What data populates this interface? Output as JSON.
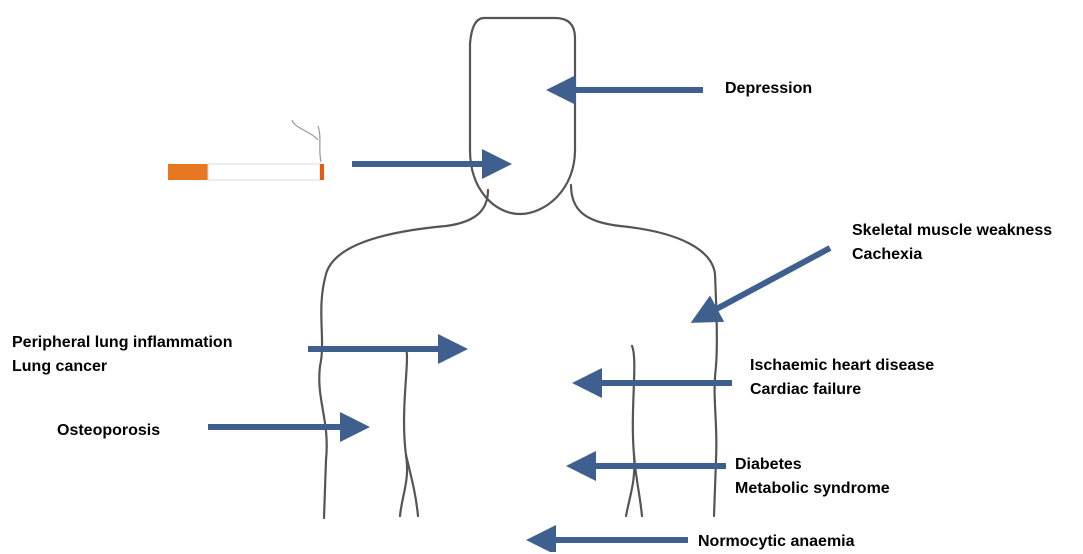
{
  "colors": {
    "arrow": "#3F5F8F",
    "outline": "#555555",
    "cigarette_filter": "#E87722",
    "cigarette_ember": "#E85A10",
    "smoke": "#999999"
  },
  "icons": {
    "body": "human-body-outline",
    "cigarette": "lit-cigarette-icon"
  },
  "labels": {
    "depression": "Depression",
    "skeletal_muscle_weakness": "Skeletal muscle weakness",
    "cachexia": "Cachexia",
    "peripheral_lung_inflammation": "Peripheral lung inflammation",
    "lung_cancer": "Lung cancer",
    "ischaemic_heart_disease": "Ischaemic heart disease",
    "cardiac_failure": "Cardiac failure",
    "osteoporosis": "Osteoporosis",
    "diabetes": "Diabetes",
    "metabolic_syndrome": "Metabolic syndrome",
    "normocytic_anaemia": "Normocytic anaemia"
  }
}
